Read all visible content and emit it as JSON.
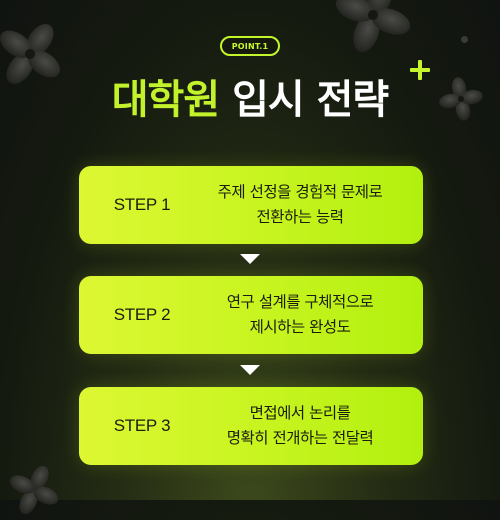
{
  "badge": "POINT.1",
  "title": {
    "highlight": "대학원",
    "rest": "입시 전략"
  },
  "steps": [
    {
      "label": "STEP 1",
      "line1": "주제 선정을 경험적 문제로",
      "line2": "전환하는 능력"
    },
    {
      "label": "STEP 2",
      "line1": "연구 설계를 구체적으로",
      "line2": "제시하는 완성도"
    },
    {
      "label": "STEP 3",
      "line1": "면접에서 논리를",
      "line2": "명확히 전개하는 전달력"
    }
  ],
  "colors": {
    "accent": "#c3f52c",
    "background": "#151a10",
    "card": "#c7f41f",
    "text": "#1b1d10"
  }
}
